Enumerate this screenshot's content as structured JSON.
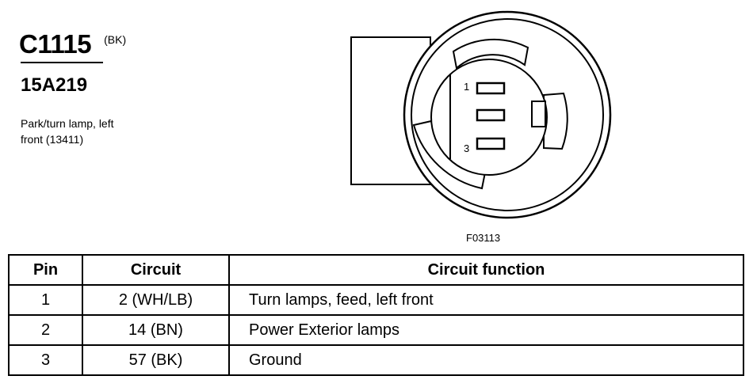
{
  "connector": {
    "id": "C1115",
    "color_code": "(BK)",
    "part_number": "15A219",
    "description_line1": "Park/turn lamp, left",
    "description_line2": "front (13411)"
  },
  "diagram": {
    "pin_labels": [
      "1",
      "3"
    ],
    "figure_code": "F03113"
  },
  "table": {
    "headers": {
      "pin": "Pin",
      "circuit": "Circuit",
      "function": "Circuit function"
    },
    "rows": [
      {
        "pin": "1",
        "circuit": "2 (WH/LB)",
        "function": "Turn lamps, feed, left front"
      },
      {
        "pin": "2",
        "circuit": "14 (BN)",
        "function": "Power Exterior lamps"
      },
      {
        "pin": "3",
        "circuit": "57 (BK)",
        "function": "Ground"
      }
    ]
  }
}
